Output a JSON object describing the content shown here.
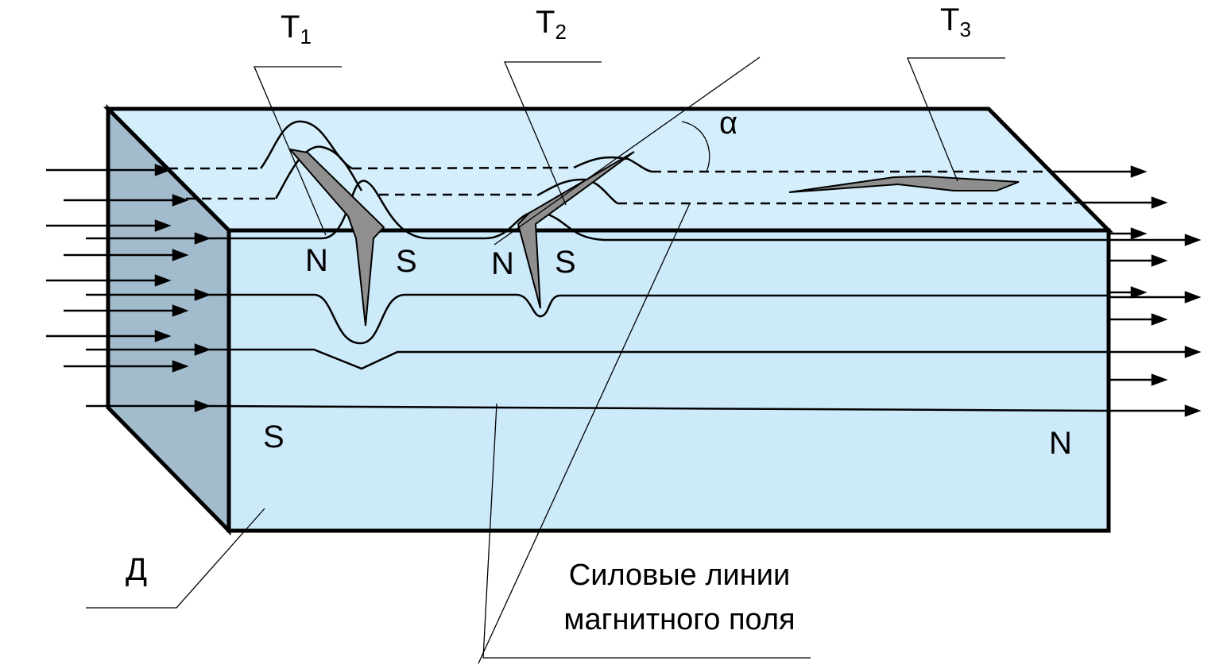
{
  "labels": {
    "t1": "T",
    "t1_sub": "1",
    "t2": "T",
    "t2_sub": "2",
    "t3": "T",
    "t3_sub": "3",
    "alpha": "α",
    "pole_n1": "N",
    "pole_s1": "S",
    "pole_n2": "N",
    "pole_s2": "S",
    "pole_s_left": "S",
    "pole_n_right": "N",
    "part": "Д",
    "caption_line1": "Силовые линии",
    "caption_line2": "магнитного поля"
  },
  "colors": {
    "top_face": "#d4eefb",
    "front_face": "#cdeafb",
    "side_face": "#a3bccd",
    "defect": "#8f8f8f",
    "stroke": "#000000"
  }
}
